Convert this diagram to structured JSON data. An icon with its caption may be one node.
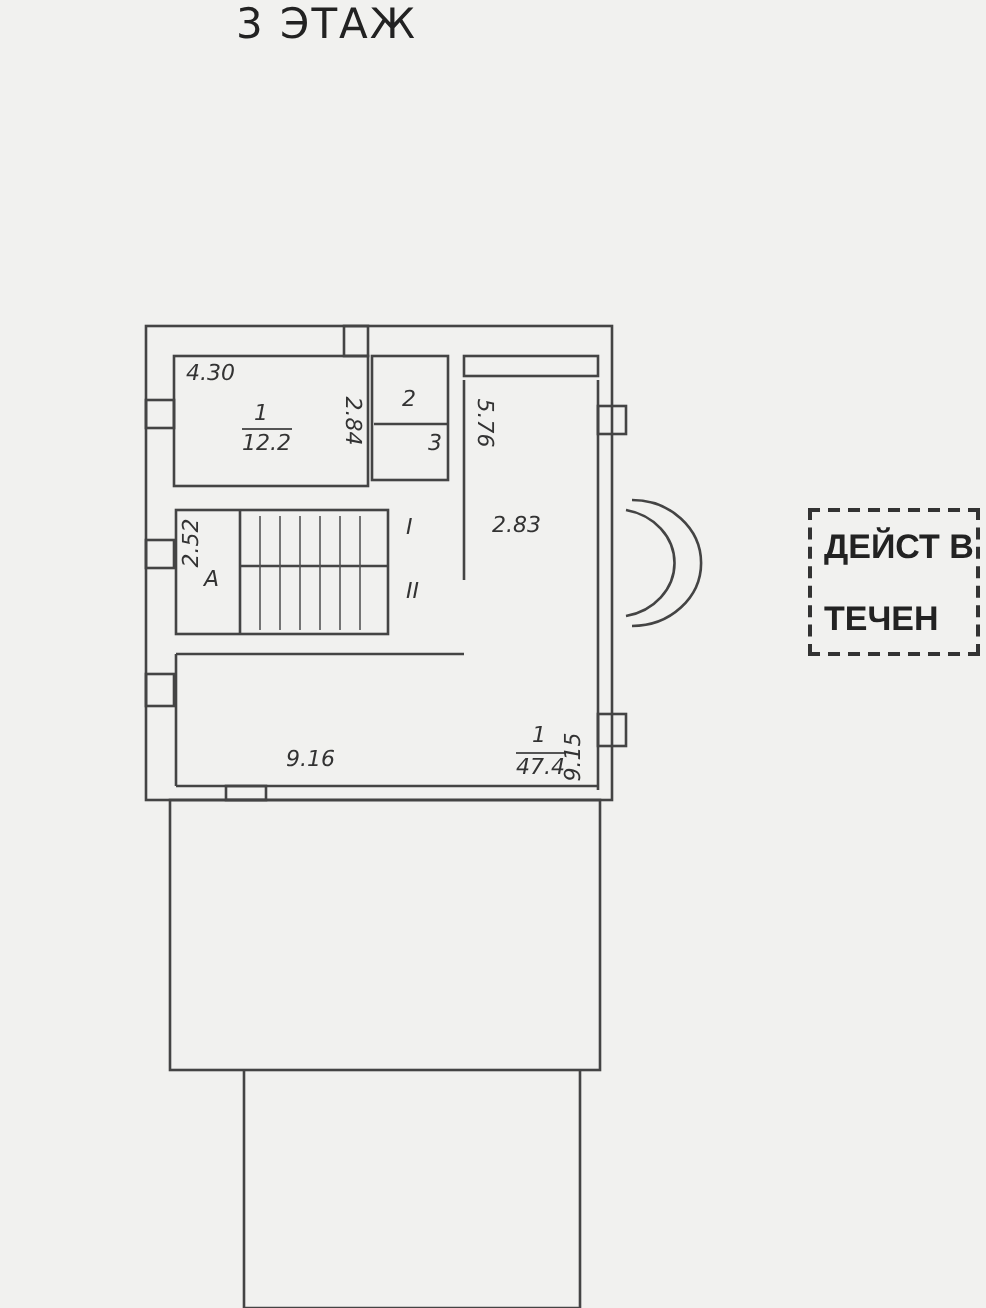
{
  "diagram": {
    "title": "3 ЭТАЖ",
    "nodes": [
      {
        "text": [
          "ДЕЙСТ В ТЕЧЕН"
        ]
      }
    ],
    "edges": [],
    "labels": [
      "4.30",
      "1",
      "12.2",
      "2.84",
      "2",
      "3",
      "5.76",
      "2.52",
      "А",
      "I",
      "2.83",
      "II",
      "1",
      "47.4",
      "9.16",
      "9.15"
    ]
  }
}
